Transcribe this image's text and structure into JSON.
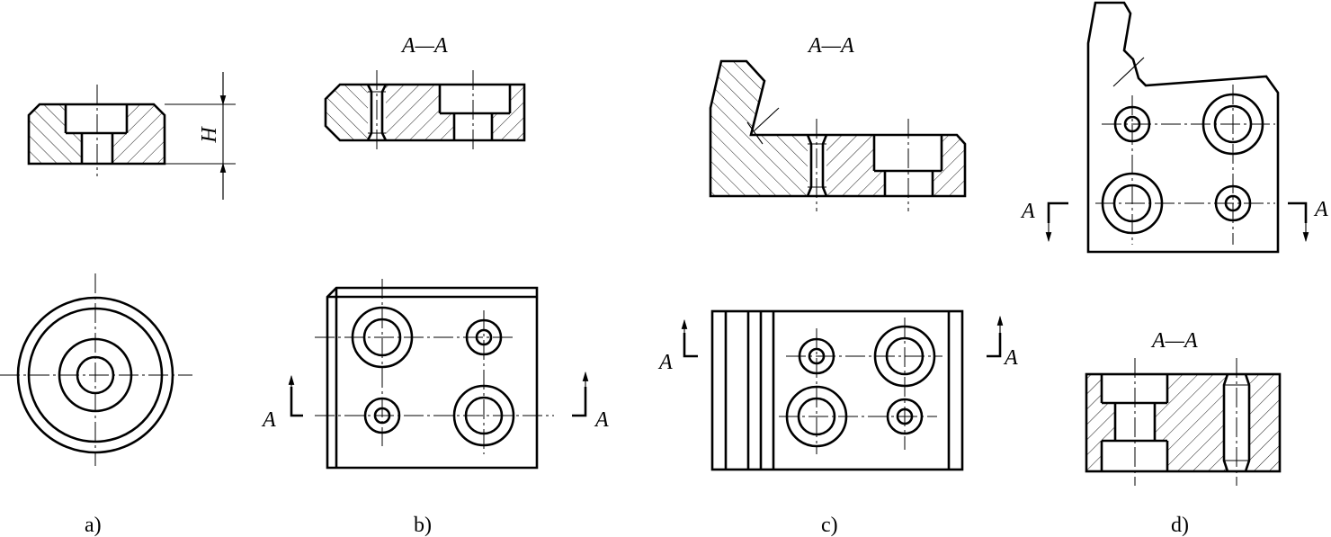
{
  "figures": {
    "a": {
      "label": "a)",
      "dimension_label": "H"
    },
    "b": {
      "label": "b)",
      "section_title": "A—A",
      "cut_marker_left": "A",
      "cut_marker_right": "A"
    },
    "c": {
      "label": "c)",
      "section_title": "A—A",
      "cut_marker_left": "A",
      "cut_marker_right": "A"
    },
    "d": {
      "label": "d)",
      "section_title": "A—A",
      "cut_marker_left": "A",
      "cut_marker_right": "A"
    }
  }
}
